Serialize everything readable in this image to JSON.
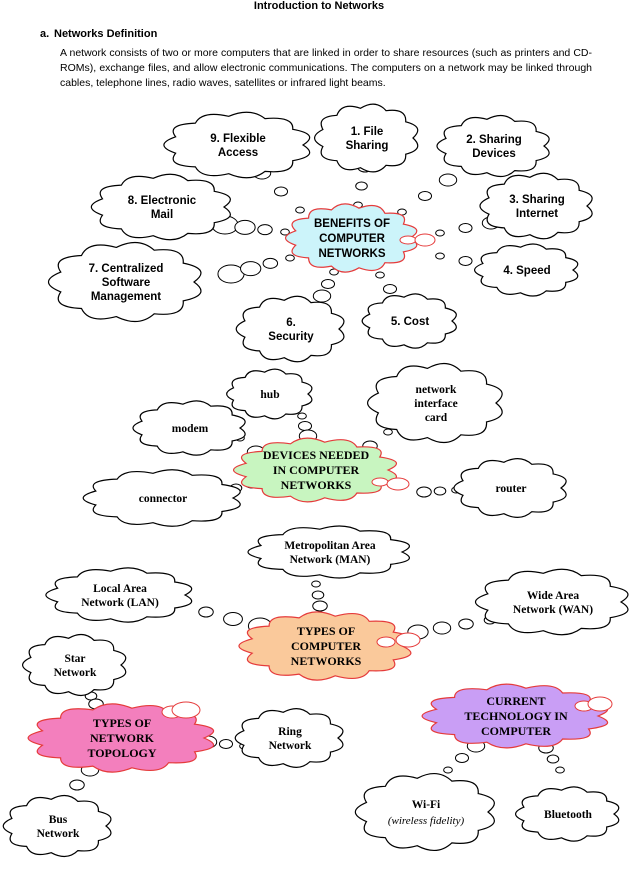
{
  "page": {
    "title": "Introduction to Networks",
    "section": {
      "number": "a.",
      "heading": "Networks Definition"
    },
    "definition": "A network consists of two or more computers that are linked in order to share resources (such as printers and CD-ROMs), exchange files, and allow electronic communications. The computers on a network may be linked through cables, telephone lines, radio waves, satellites or infrared light beams."
  },
  "colors": {
    "benefits_center": "#ccf4fa",
    "devices_center": "#c8f5c0",
    "types_center": "#fac99b",
    "topology_center": "#f37fbd",
    "technology_center": "#c99ef5",
    "cloud_outline": "#000000",
    "center_outline": "#e53b3b"
  },
  "benefits": {
    "center": [
      "BENEFITS OF",
      "COMPUTER",
      "NETWORKS"
    ],
    "items": [
      [
        "1. File",
        "Sharing"
      ],
      [
        "2. Sharing",
        "Devices"
      ],
      [
        "3. Sharing",
        "Internet"
      ],
      [
        "4. Speed"
      ],
      [
        "5. Cost"
      ],
      [
        "6.",
        "Security"
      ],
      [
        "7. Centralized",
        "Software",
        "Management"
      ],
      [
        "8. Electronic",
        "Mail"
      ],
      [
        "9. Flexible",
        "Access"
      ]
    ]
  },
  "devices": {
    "center": [
      "DEVICES NEEDED",
      "IN COMPUTER",
      "NETWORKS"
    ],
    "items": [
      [
        "hub"
      ],
      [
        "network",
        "interface",
        "card"
      ],
      [
        "modem"
      ],
      [
        "connector"
      ],
      [
        "router"
      ]
    ]
  },
  "types": {
    "center": [
      "TYPES OF",
      "COMPUTER",
      "NETWORKS"
    ],
    "items": [
      [
        "Metropolitan Area",
        "Network (MAN)"
      ],
      [
        "Local Area",
        "Network (LAN)"
      ],
      [
        "Wide Area",
        "Network (WAN)"
      ]
    ]
  },
  "topology": {
    "center": [
      "TYPES OF",
      "NETWORK",
      "TOPOLOGY"
    ],
    "items": [
      [
        "Star",
        "Network"
      ],
      [
        "Ring",
        "Network"
      ],
      [
        "Bus",
        "Network"
      ]
    ]
  },
  "technology": {
    "center": [
      "CURRENT",
      "TECHNOLOGY IN",
      "COMPUTER"
    ],
    "items": [
      {
        "label": "Wi-Fi",
        "note": "(wireless fidelity)"
      },
      {
        "label": "Bluetooth"
      }
    ]
  }
}
